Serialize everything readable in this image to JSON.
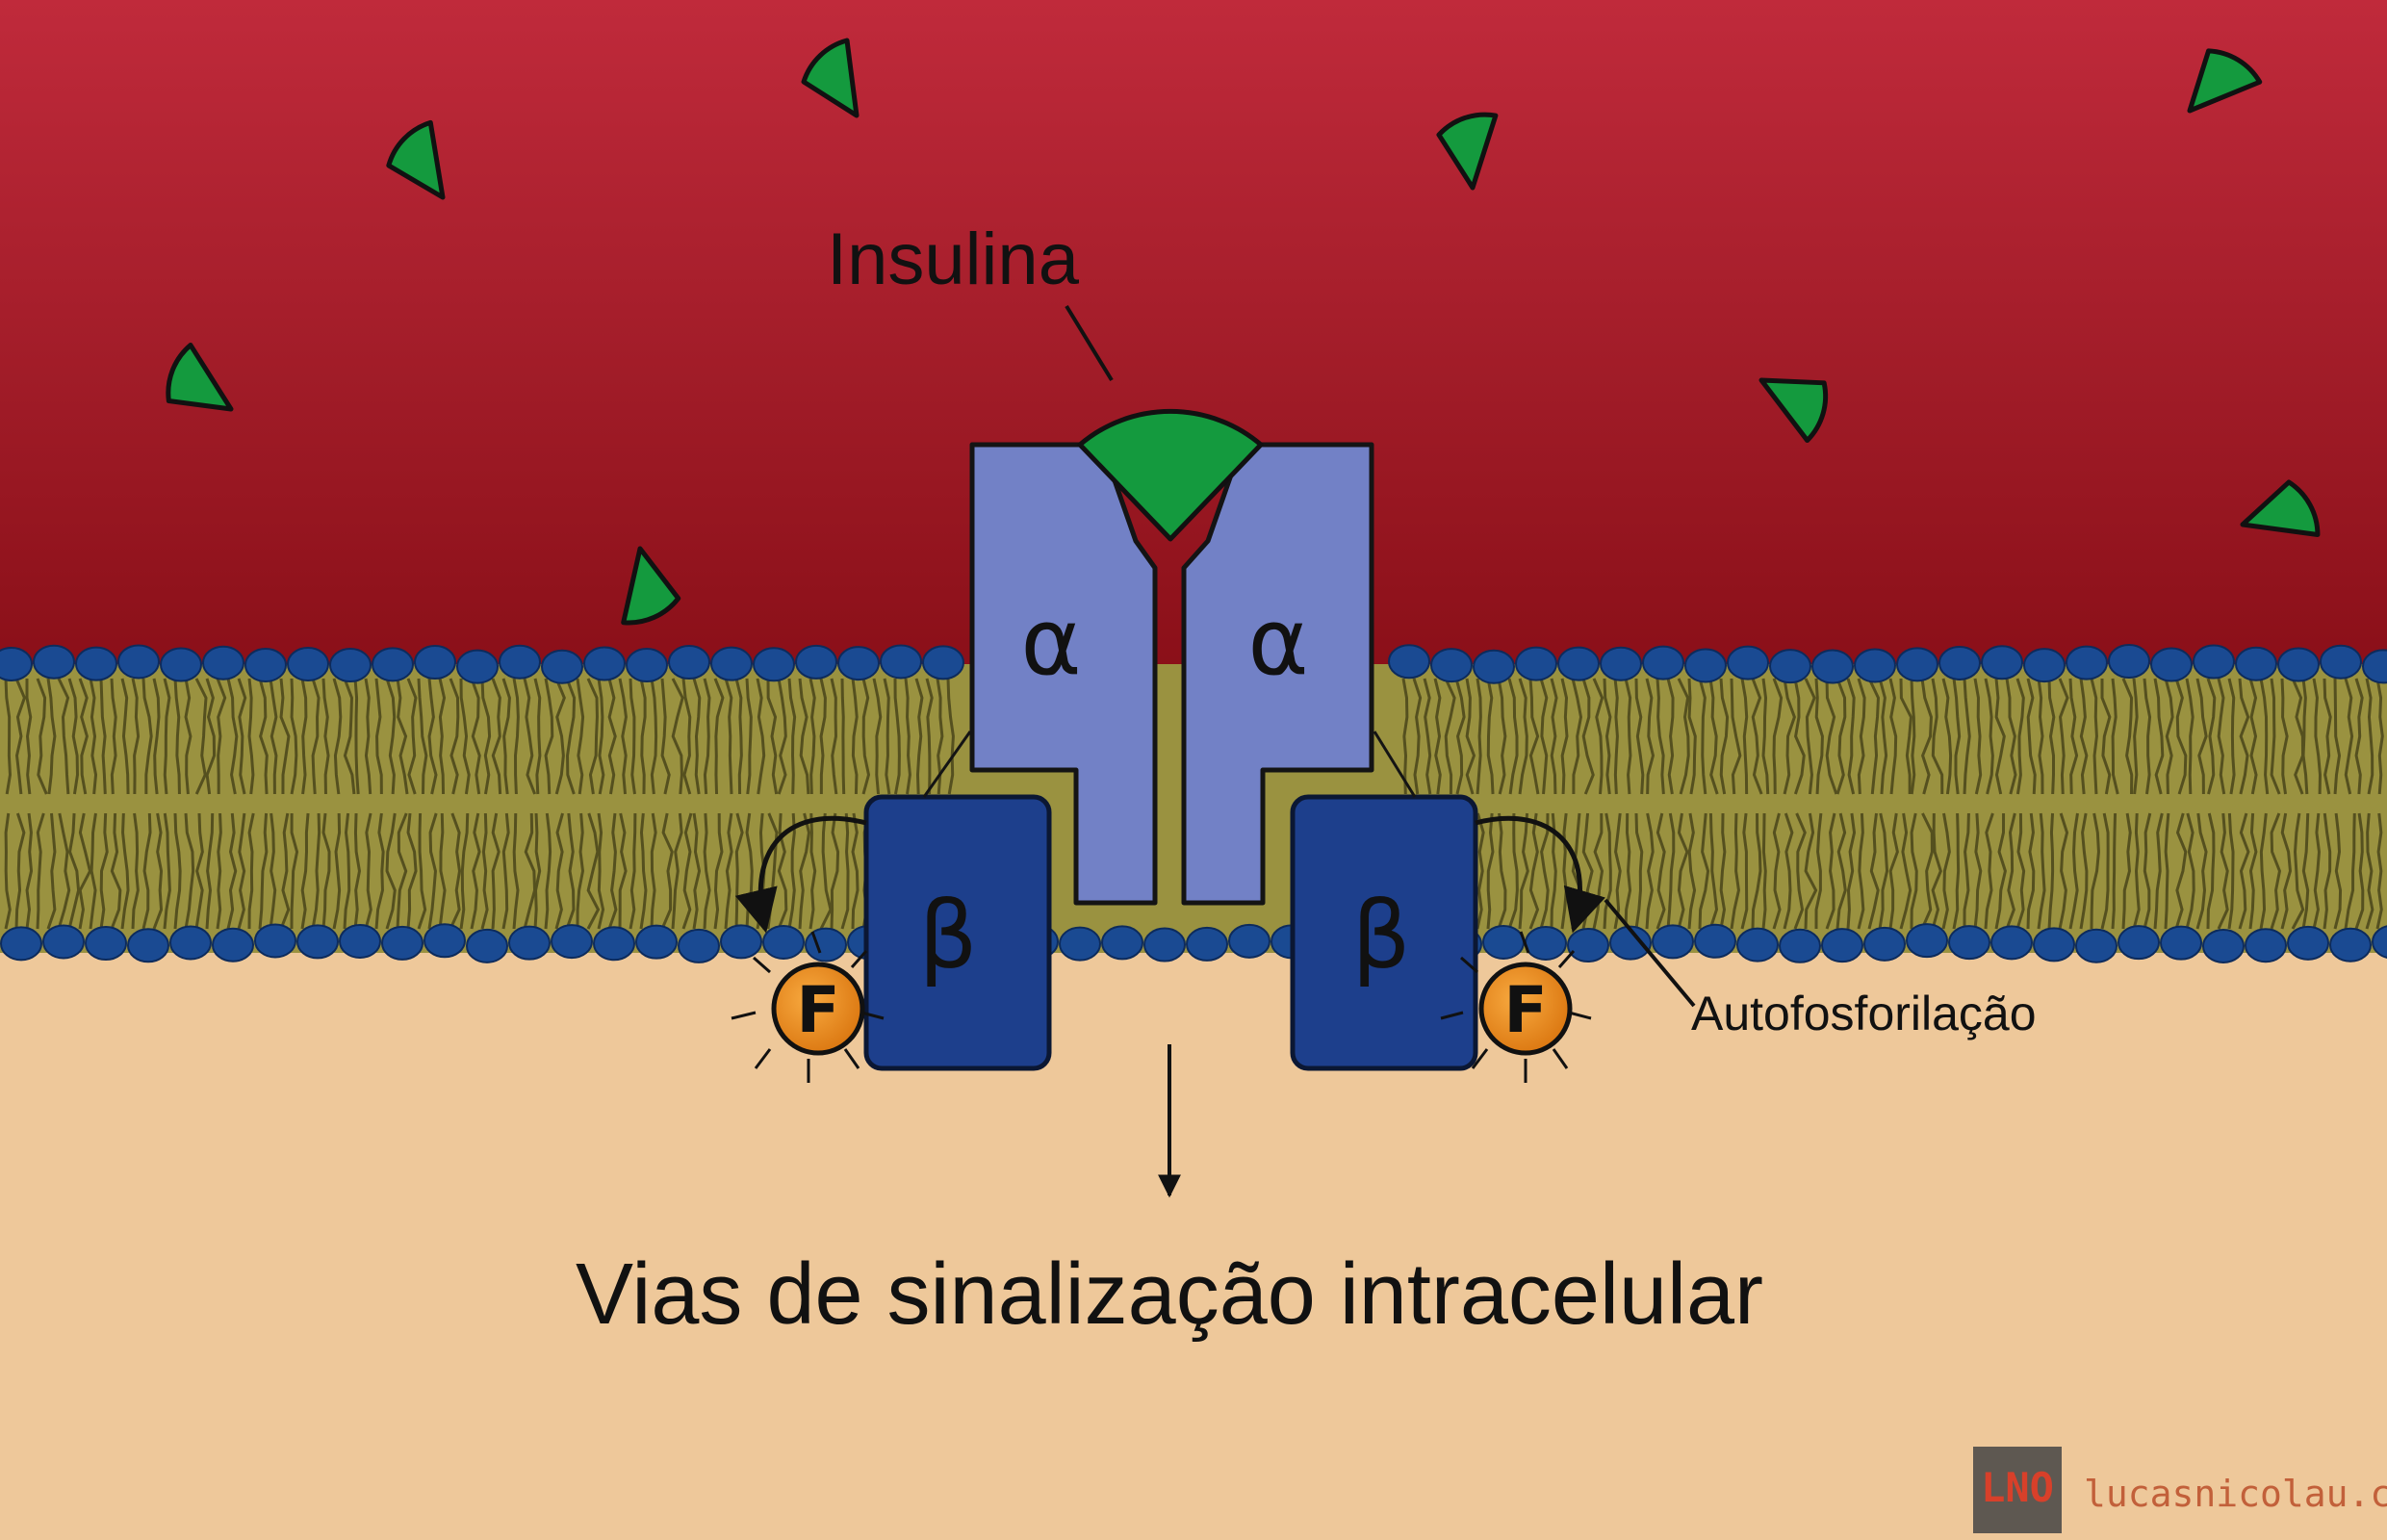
{
  "labels": {
    "insulin": "Insulina",
    "alpha_left": "α",
    "alpha_right": "α",
    "beta_left": "β",
    "beta_right": "β",
    "phosphate_left": "F",
    "phosphate_right": "F",
    "autophosphorylation": "Autofosforilação",
    "signaling": "Vias de sinalização intracelular"
  },
  "watermark": {
    "logo": "LNO",
    "site": "lucasnicolau.com"
  },
  "colors": {
    "extracellular": "#a51c2a",
    "intracellular": "#eec89a",
    "membrane": "#9a9240",
    "phospholipid_head": "#1a4a92",
    "insulin": "#149a3e",
    "alpha_subunit": "#7281c6",
    "beta_subunit": "#1d3f8c",
    "phosphate": "#ec8a18"
  }
}
